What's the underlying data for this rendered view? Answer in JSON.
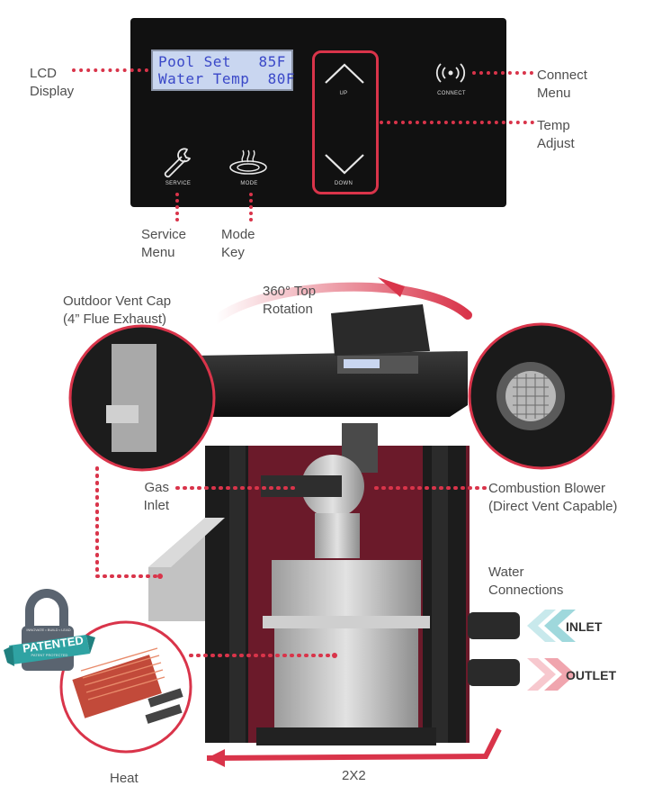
{
  "panel": {
    "lcd_line1": "Pool Set   85F",
    "lcd_line2": "Water Temp  80F",
    "up_label": "UP",
    "down_label": "DOWN",
    "service_label": "SERVICE",
    "mode_label": "MODE",
    "connect_label": "CONNECT"
  },
  "callouts": {
    "lcd_display": "LCD\nDisplay",
    "connect_menu": "Connect\nMenu",
    "temp_adjust": "Temp\nAdjust",
    "service_menu": "Service\nMenu",
    "mode_key": "Mode\nKey",
    "outdoor_vent_cap": "Outdoor Vent Cap\n(4” Flue Exhaust)",
    "top_rotation": "360° Top\nRotation",
    "gas_inlet": "Gas\nInlet",
    "combustion_blower": "Combustion Blower\n(Direct Vent Capable)",
    "water_connections": "Water\nConnections",
    "inlet": "INLET",
    "outlet": "OUTLET",
    "heat": "Heat",
    "footprint": "2X2"
  },
  "badge": {
    "text": "PATENTED",
    "arc_text": "INNOVATE • BUILD • LEAD",
    "sub_text": "PATENT PROTECTED"
  },
  "colors": {
    "accent": "#d9344a",
    "lcd_bg": "#c9d6f0",
    "lcd_text": "#3a48c8",
    "badge": "#2fa3a3",
    "inlet_arrow": "#9fd8dc",
    "outlet_arrow": "#f0a5ae"
  }
}
